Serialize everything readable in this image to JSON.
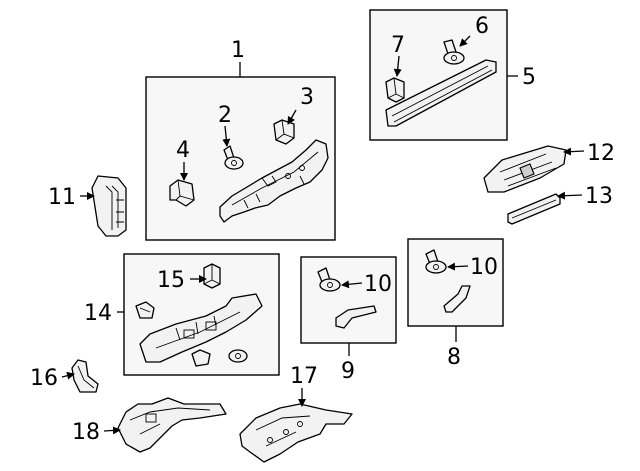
{
  "diagram": {
    "callouts": {
      "c1": "1",
      "c2": "2",
      "c3": "3",
      "c4": "4",
      "c5": "5",
      "c6": "6",
      "c7": "7",
      "c8": "8",
      "c9": "9",
      "c10a": "10",
      "c10b": "10",
      "c11": "11",
      "c12": "12",
      "c13": "13",
      "c14": "14",
      "c15": "15",
      "c16": "16",
      "c17": "17",
      "c18": "18"
    }
  }
}
